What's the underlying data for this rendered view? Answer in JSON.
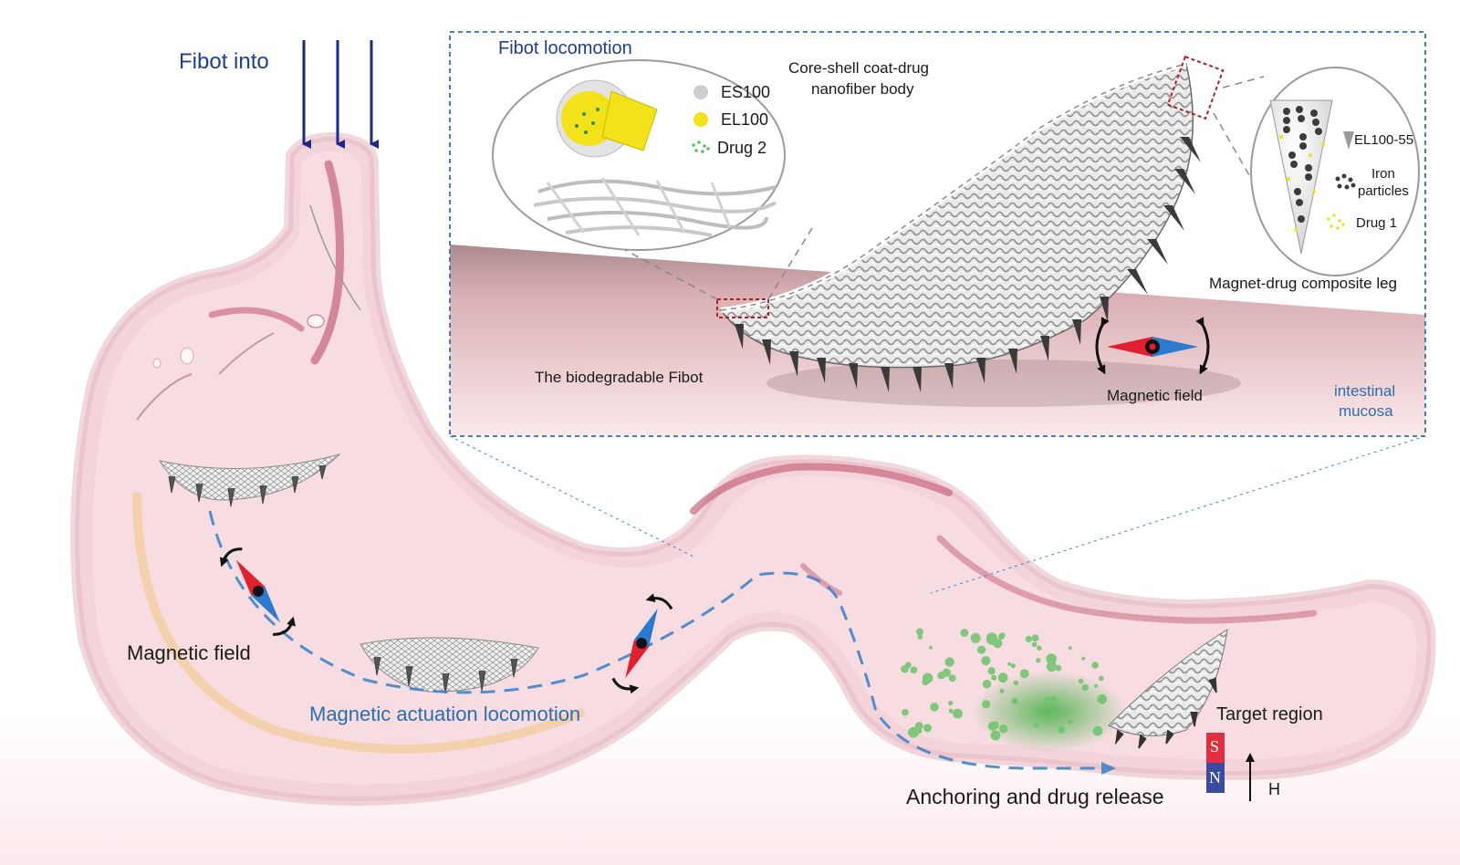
{
  "title_intake": "Fibot into",
  "inset": {
    "title": "Fibot locomotion",
    "body_label_line1": "Core-shell coat-drug",
    "body_label_line2": "nanofiber body",
    "legend": [
      {
        "label": "ES100",
        "color": "#cfcfcf"
      },
      {
        "label": "EL100",
        "color": "#f2e21a"
      },
      {
        "label": "Drug 2",
        "color": "#5cc05c"
      }
    ],
    "leg_legend": {
      "el100_55": "EL100-55",
      "iron_line1": "Iron",
      "iron_line2": "particles",
      "drug1": "Drug 1"
    },
    "leg_caption": "Magnet-drug composite leg",
    "fibot_caption": "The biodegradable Fibot",
    "field_caption": "Magnetic field",
    "mucosa_line1": "intestinal",
    "mucosa_line2": "mucosa"
  },
  "main": {
    "field_caption": "Magnetic field",
    "locomotion_caption": "Magnetic actuation locomotion",
    "anchoring_caption": "Anchoring and drug release",
    "target_caption": "Target region",
    "magnet_s": "S",
    "magnet_n": "N",
    "field_h": "H"
  },
  "colors": {
    "stomach_fill": "#f6dbe0",
    "stomach_rim": "#e8b9c2",
    "mucosa_dark": "#c9687f",
    "inset_border": "#2f6fb3",
    "path_dash": "#3e86c8",
    "arrow_navy": "#1b2a8a",
    "compass_red": "#e02030",
    "compass_blue": "#2a7bd0",
    "magnet_s": "#e03040",
    "magnet_n": "#3a4aa0"
  }
}
